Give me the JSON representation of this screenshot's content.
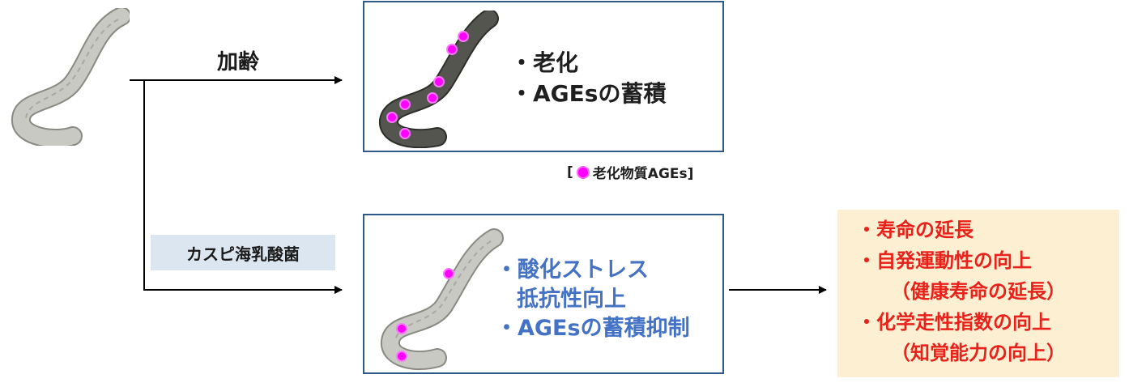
{
  "aging_label": "加齢",
  "top_box": {
    "lines": [
      "・老化",
      "・AGEsの蓄積"
    ]
  },
  "legend": {
    "open": "[",
    "text": "老化物質AGEs]"
  },
  "bacteria_label": "カスピ海乳酸菌",
  "bottom_box": {
    "lines": [
      "・酸化ストレス",
      "抵抗性向上",
      "・AGEsの蓄積抑制"
    ]
  },
  "result": {
    "lines": [
      "・寿命の延長",
      "・自発運動性の向上",
      "（健康寿命の延長）",
      "・化学走性指数の向上",
      "（知覚能力の向上）"
    ]
  },
  "colors": {
    "box_border": "#2e5a87",
    "worm_light": "#c9c9c3",
    "worm_dark": "#55554f",
    "ages_dot": "#ff00ff",
    "result_bg": "#fdefd2",
    "result_text": "#e8221b",
    "bacteria_bg": "#dce6f0",
    "blue_text": "#4472c4"
  }
}
